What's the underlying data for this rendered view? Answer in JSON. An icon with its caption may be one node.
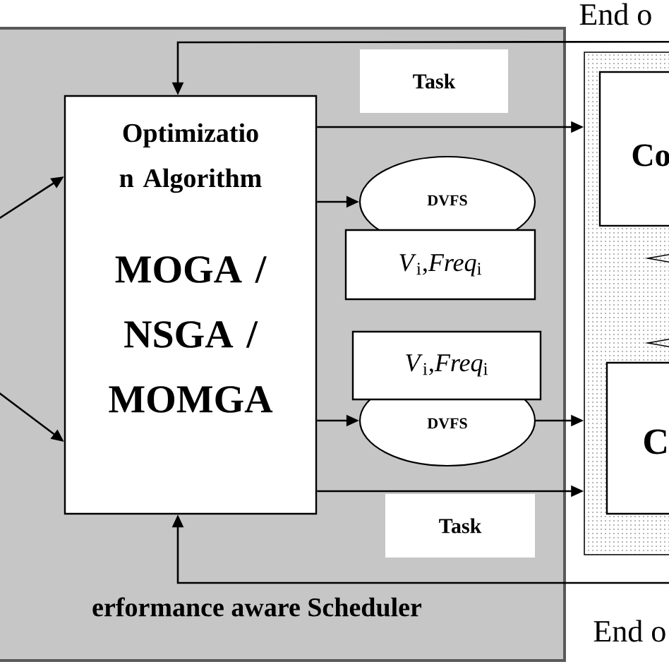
{
  "diagram": {
    "nodes": [
      {
        "text": [
          "erformance aware Scheduler"
        ]
      },
      {
        "text": [
          "Optimizatio n Algorithm",
          "MOGA / NSGA / MOMGA"
        ],
        "in": 0
      },
      {
        "text": [
          "DVFS"
        ],
        "in": 0
      },
      {
        "text": [
          "*V*$_{i}$,*Freq*$_{i}$"
        ],
        "in": 0
      },
      {
        "text": [
          "*V*$_{i}$,*Freq*$_{i}$"
        ],
        "in": 0
      },
      {
        "text": [
          "DVFS"
        ],
        "in": 0
      },
      {
        "text": [
          "End o"
        ],
        "beside": [
          "End o"
        ]
      },
      {
        "text": [
          "Co"
        ],
        "in": 6
      },
      {
        "text": [
          "C"
        ],
        "in": 6
      }
    ],
    "edges": [
      {
        "from": 6,
        "to": 1,
        "arrow": "to"
      },
      {
        "from": null,
        "to": 1,
        "arrow": "to"
      },
      {
        "from": null,
        "to": 1,
        "arrow": "to"
      },
      {
        "from": null,
        "to": 1,
        "arrow": "to"
      },
      {
        "from": 1,
        "to": 6,
        "arrow": "to",
        "label": "Task"
      },
      {
        "from": 1,
        "to": 2,
        "arrow": "to"
      },
      {
        "from": 1,
        "to": 5,
        "arrow": "to"
      },
      {
        "from": 5,
        "to": 6,
        "arrow": "to"
      },
      {
        "from": 1,
        "to": 6,
        "arrow": "to",
        "label": "Task"
      }
    ]
  }
}
